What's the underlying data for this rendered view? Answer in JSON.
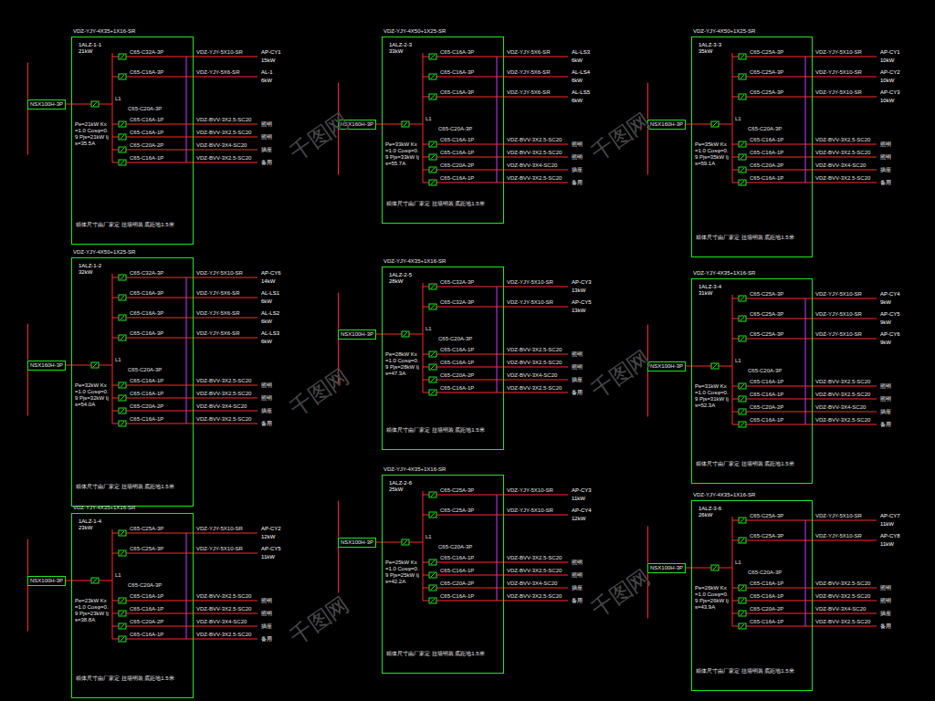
{
  "diagram": {
    "nodes": [
      {
        "text": [
          "NSX100H-3P"
        ]
      },
      {
        "text": [
          "VDZ-YJY-4X35+1X16-SR",
          "1ALZ-1-1",
          "21kW",
          "Pe=21kW Kx=1.0 Cosφ=0.9 Pjs=21kW Ijs=35.5A",
          "箱体尺寸由厂家定 挂墙明装 底距地1.5米"
        ]
      },
      {
        "text": [
          "NSX160H-3P"
        ]
      },
      {
        "text": [
          "VDZ-YJY-4X50+1X25-SR",
          "1ALZ-1-2",
          "32kW",
          "Pe=32kW Kx=1.0 Cosφ=0.9 Pjs=32kW Ijs=54.0A",
          "箱体尺寸由厂家定 挂墙明装 底距地1.5米"
        ]
      },
      {
        "text": [
          "NSX100H-3P"
        ]
      },
      {
        "text": [
          "VDZ-YJY-4X35+1X16-SR",
          "1ALZ-1-4",
          "23kW",
          "Pe=23kW Kx=1.0 Cosφ=0.9 Pjs=23kW Ijs=38.8A",
          "箱体尺寸由厂家定 挂墙明装 底距地1.5米"
        ]
      },
      {
        "text": [
          "NSX160H-3P"
        ]
      },
      {
        "text": [
          "VDZ-YJY-4X50+1X25-SR",
          "1ALZ-2-3",
          "33kW",
          "Pe=33kW Kx=1.0 Cosφ=0.9 Pjs=33kW Ijs=55.7A",
          "箱体尺寸由厂家定 挂墙明装 底距地1.5米"
        ]
      },
      {
        "text": [
          "NSX100H-3P"
        ]
      },
      {
        "text": [
          "VDZ-YJY-4X35+1X16-SR",
          "1ALZ-2-5",
          "28kW",
          "Pe=28kW Kx=1.0 Cosφ=0.9 Pjs=28kW Ijs=47.3A",
          "箱体尺寸由厂家定 挂墙明装 底距地1.5米"
        ]
      },
      {
        "text": [
          "NSX100H-3P"
        ]
      },
      {
        "text": [
          "VDZ-YJY-4X35+1X16-SR",
          "1ALZ-2-6",
          "25kW",
          "Pe=25kW Kx=1.0 Cosφ=0.9 Pjs=25kW Ijs=42.2A",
          "箱体尺寸由厂家定 挂墙明装 底距地1.5米"
        ]
      },
      {
        "text": [
          "NSX160H-3P"
        ]
      },
      {
        "text": [
          "VDZ-YJY-4X50+1X25-SR",
          "1ALZ-3-3",
          "35kW",
          "Pe=35kW Kx=1.0 Cosφ=0.9 Pjs=35kW Ijs=59.1A",
          "箱体尺寸由厂家定 挂墙明装 底距地1.5米"
        ]
      },
      {
        "text": [
          "NSX100H-3P"
        ]
      },
      {
        "text": [
          "VDZ-YJY-4X35+1X16-SR",
          "1ALZ-3-4",
          "31kW",
          "Pe=31kW Kx=1.0 Cosφ=0.9 Pjs=31kW Ijs=52.3A",
          "箱体尺寸由厂家定 挂墙明装 底距地1.5米"
        ]
      },
      {
        "text": [
          "NSX100H-3P"
        ]
      },
      {
        "text": [
          "VDZ-YJY-4X35+1X16-SR",
          "1ALZ-3-6",
          "26kW",
          "Pe=26kW Kx=1.0 Cosφ=0.9 Pjs=26kW Ijs=43.9A",
          "箱体尺寸由厂家定 挂墙明装 底距地1.5米"
        ]
      }
    ],
    "edges": [
      {
        "from": 0,
        "to": 1,
        "arrow": "none"
      },
      {
        "from": 2,
        "to": 3,
        "arrow": "none"
      },
      {
        "from": 4,
        "to": 5,
        "arrow": "none"
      },
      {
        "from": 6,
        "to": 7,
        "arrow": "none"
      },
      {
        "from": 8,
        "to": 9,
        "arrow": "none"
      },
      {
        "from": 10,
        "to": 11,
        "arrow": "none"
      },
      {
        "from": 12,
        "to": 13,
        "arrow": "none"
      },
      {
        "from": 14,
        "to": 15,
        "arrow": "none"
      },
      {
        "from": 16,
        "to": 17,
        "arrow": "none"
      }
    ],
    "labels": [
      "L1",
      "C65-C20A-3P",
      "C65-C32A-3P",
      "VDZ-YJY-5X10-SR",
      "AP-CY1",
      "15kW",
      "C65-C16A-3P",
      "VDZ-YJY-5X6-SR",
      "AL-1",
      "6kW",
      "C65-C16A-1P",
      "VDZ-BVV-3X2.5-SC20",
      "照明",
      "C65-C16A-1P",
      "VDZ-BVV-3X2.5-SC20",
      "照明",
      "C65-C20A-2P",
      "VDZ-BVV-3X4-SC20",
      "插座",
      "C65-C16A-1P",
      "VDZ-BVV-3X2.5-SC20",
      "备用",
      "L1",
      "C65-C20A-3P",
      "C65-C32A-3P",
      "VDZ-YJY-5X10-SR",
      "AP-CY6",
      "14kW",
      "C65-C16A-3P",
      "VDZ-YJY-5X6-SR",
      "AL-LS1",
      "6kW",
      "C65-C16A-3P",
      "VDZ-YJY-5X6-SR",
      "AL-LS2",
      "6kW",
      "C65-C16A-3P",
      "VDZ-YJY-5X6-SR",
      "AL-LS3",
      "6kW",
      "C65-C16A-1P",
      "VDZ-BVV-3X2.5-SC20",
      "照明",
      "C65-C16A-1P",
      "VDZ-BVV-3X2.5-SC20",
      "照明",
      "C65-C20A-2P",
      "VDZ-BVV-3X4-SC20",
      "插座",
      "C65-C16A-1P",
      "VDZ-BVV-3X2.5-SC20",
      "备用",
      "L1",
      "C65-C20A-3P",
      "C65-C25A-3P",
      "VDZ-YJY-5X10-SR",
      "AP-CY2",
      "12kW",
      "C65-C25A-3P",
      "VDZ-YJY-5X10-SR",
      "AP-CY5",
      "11kW",
      "C65-C16A-1P",
      "VDZ-BVV-3X2.5-SC20",
      "照明",
      "C65-C16A-1P",
      "VDZ-BVV-3X2.5-SC20",
      "照明",
      "C65-C20A-2P",
      "VDZ-BVV-3X4-SC20",
      "插座",
      "C65-C16A-1P",
      "VDZ-BVV-3X2.5-SC20",
      "备用",
      "L1",
      "C65-C20A-3P",
      "C65-C16A-3P",
      "VDZ-YJY-5X6-SR",
      "AL-LS3",
      "6kW",
      "C65-C16A-3P",
      "VDZ-YJY-5X6-SR",
      "AL-LS4",
      "6kW",
      "C65-C16A-3P",
      "VDZ-YJY-5X6-SR",
      "AL-LS5",
      "6kW",
      "C65-C16A-1P",
      "VDZ-BVV-3X2.5-SC20",
      "照明",
      "C65-C16A-1P",
      "VDZ-BVV-3X2.5-SC20",
      "照明",
      "C65-C20A-2P",
      "VDZ-BVV-3X4-SC20",
      "插座",
      "C65-C16A-1P",
      "VDZ-BVV-3X2.5-SC20",
      "备用",
      "L1",
      "C65-C20A-3P",
      "C65-C32A-3P",
      "VDZ-YJY-5X10-SR",
      "AP-CY3",
      "13kW",
      "C65-C32A-3P",
      "VDZ-YJY-5X10-SR",
      "AP-CY5",
      "13kW",
      "C65-C16A-1P",
      "VDZ-BVV-3X2.5-SC20",
      "照明",
      "C65-C16A-1P",
      "VDZ-BVV-3X2.5-SC20",
      "照明",
      "C65-C20A-2P",
      "VDZ-BVV-3X4-SC20",
      "插座",
      "C65-C16A-1P",
      "VDZ-BVV-3X2.5-SC20",
      "备用",
      "L1",
      "C65-C20A-3P",
      "C65-C25A-3P",
      "VDZ-YJY-5X10-SR",
      "AP-CY3",
      "11kW",
      "C65-C25A-3P",
      "VDZ-YJY-5X10-SR",
      "AP-CY4",
      "12kW",
      "C65-C16A-1P",
      "VDZ-BVV-3X2.5-SC20",
      "照明",
      "C65-C16A-1P",
      "VDZ-BVV-3X2.5-SC20",
      "照明",
      "C65-C20A-2P",
      "VDZ-BVV-3X4-SC20",
      "插座",
      "C65-C16A-1P",
      "VDZ-BVV-3X2.5-SC20",
      "备用",
      "L1",
      "C65-C20A-3P",
      "C65-C25A-3P",
      "VDZ-YJY-5X10-SR",
      "AP-CY1",
      "10kW",
      "C65-C25A-3P",
      "VDZ-YJY-5X10-SR",
      "AP-CY2",
      "10kW",
      "C65-C25A-3P",
      "VDZ-YJY-5X10-SR",
      "AP-CY3",
      "10kW",
      "C65-C16A-1P",
      "VDZ-BVV-3X2.5-SC20",
      "照明",
      "C65-C16A-1P",
      "VDZ-BVV-3X2.5-SC20",
      "照明",
      "C65-C20A-2P",
      "VDZ-BVV-3X4-SC20",
      "插座",
      "C65-C16A-1P",
      "VDZ-BVV-3X2.5-SC20",
      "备用",
      "L1",
      "C65-C20A-3P",
      "C65-C25A-3P",
      "VDZ-YJY-5X10-SR",
      "AP-CY4",
      "9kW",
      "C65-C25A-3P",
      "VDZ-YJY-5X10-SR",
      "AP-CY5",
      "9kW",
      "C65-C25A-3P",
      "VDZ-YJY-5X10-SR",
      "AP-CY6",
      "9kW",
      "C65-C16A-1P",
      "VDZ-BVV-3X2.5-SC20",
      "照明",
      "C65-C16A-1P",
      "VDZ-BVV-3X2.5-SC20",
      "照明",
      "C65-C20A-2P",
      "VDZ-BVV-3X4-SC20",
      "插座",
      "C65-C16A-1P",
      "VDZ-BVV-3X2.5-SC20",
      "备用",
      "L1",
      "C65-C20A-3P",
      "C65-C25A-3P",
      "VDZ-YJY-5X10-SR",
      "AP-CY7",
      "11kW",
      "C65-C25A-3P",
      "VDZ-YJY-5X10-SR",
      "AP-CY8",
      "11kW",
      "C65-C16A-1P",
      "VDZ-BVV-3X2.5-SC20",
      "照明",
      "C65-C16A-1P",
      "VDZ-BVV-3X2.5-SC20",
      "照明",
      "C65-C20A-2P",
      "VDZ-BVV-3X4-SC20",
      "插座",
      "C65-C16A-1P",
      "VDZ-BVV-3X2.5-SC20",
      "备用",
      "千图网",
      "千图网",
      "千图网",
      "千图网",
      "千图网",
      "千图网"
    ]
  }
}
